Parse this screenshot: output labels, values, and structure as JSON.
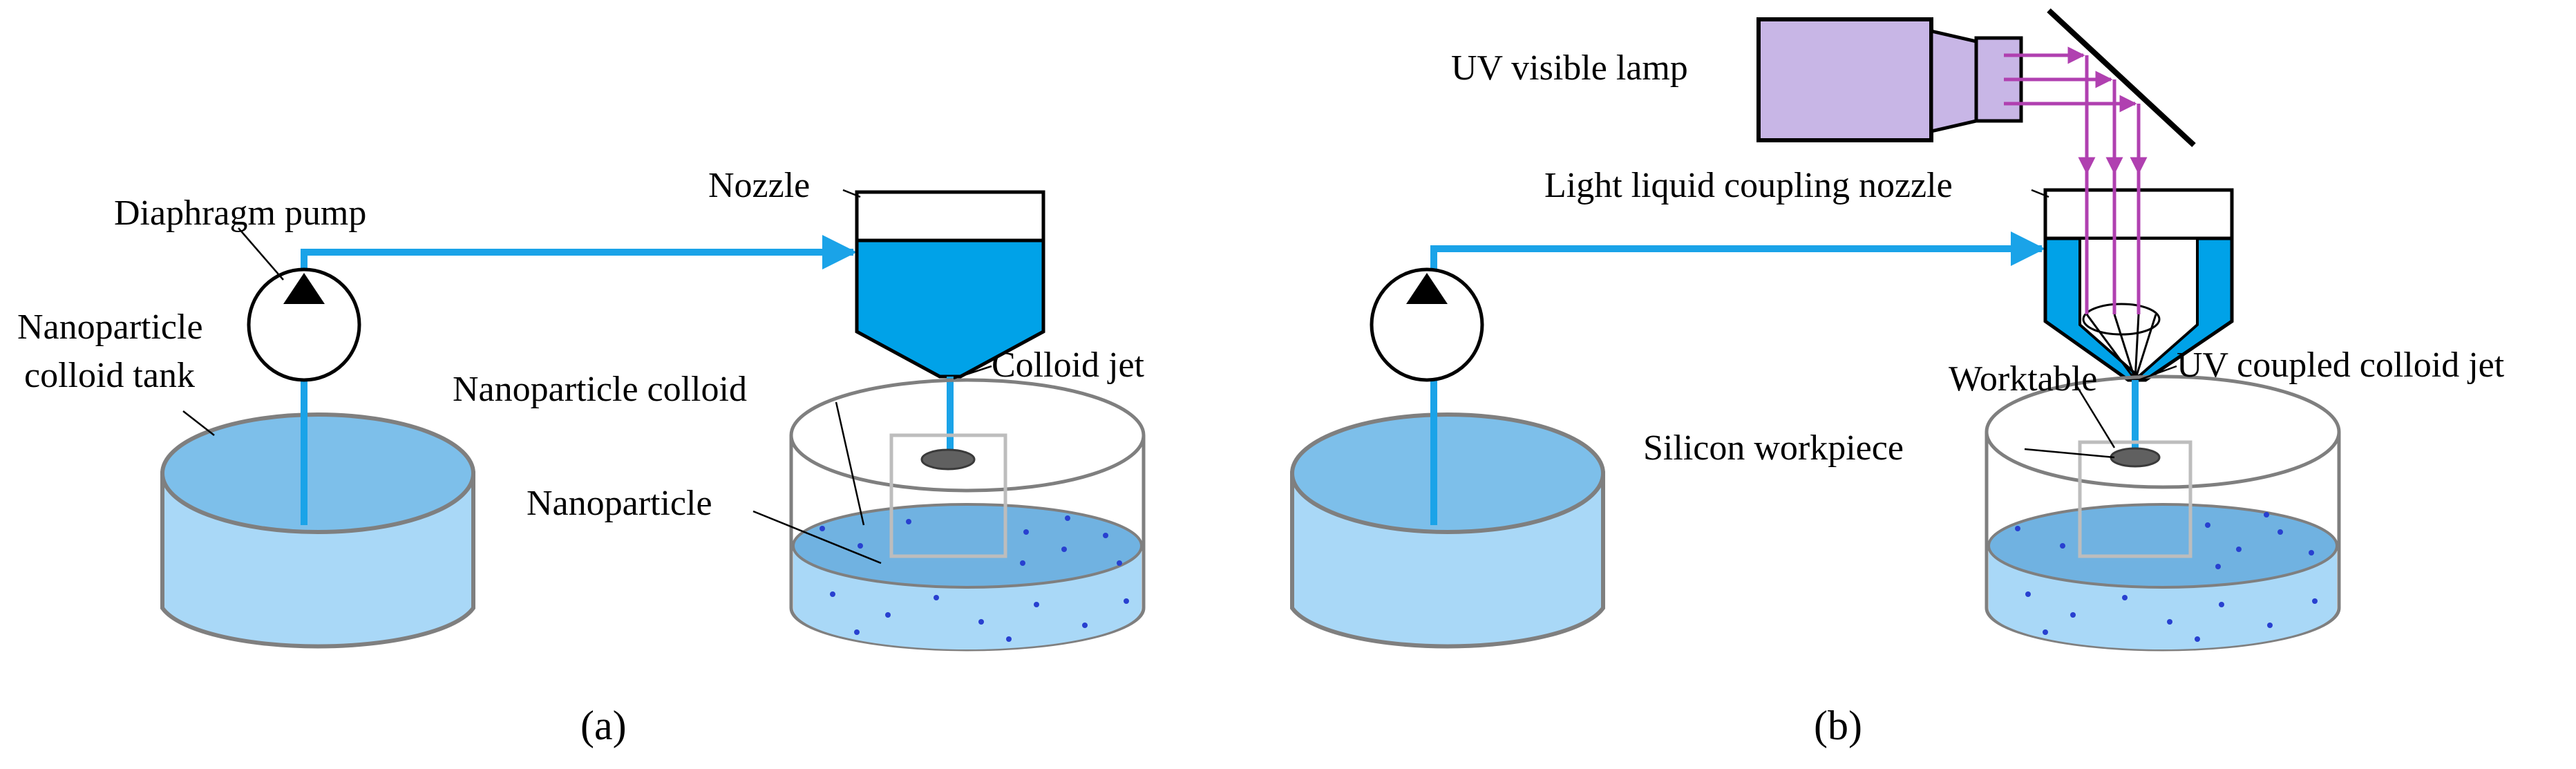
{
  "colors": {
    "pipe": "#1aa3e8",
    "tank_top": "#7dbfea",
    "tank_side": "#a9d8f7",
    "colloid_dark": "#5ea6d9",
    "nozzle_fill": "#00a2e8",
    "lamp_body": "#c8b6e6",
    "uv_ray": "#b040b0",
    "particle": "#2840d0",
    "outline": "#7f7f7f"
  },
  "panel_a": {
    "caption": "(a)",
    "labels": {
      "diaphragm_pump": "Diaphragm pump",
      "tank_line1": "Nanoparticle",
      "tank_line2": "colloid tank",
      "nozzle": "Nozzle",
      "colloid_jet": "Colloid jet",
      "nanoparticle_colloid": "Nanoparticle colloid",
      "nanoparticle": "Nanoparticle"
    }
  },
  "panel_b": {
    "caption": "(b)",
    "labels": {
      "uv_lamp": "UV visible lamp",
      "coupling_nozzle": "Light liquid coupling nozzle",
      "worktable": "Worktable",
      "uv_jet": "UV coupled colloid jet",
      "silicon_workpiece": "Silicon workpiece"
    }
  }
}
